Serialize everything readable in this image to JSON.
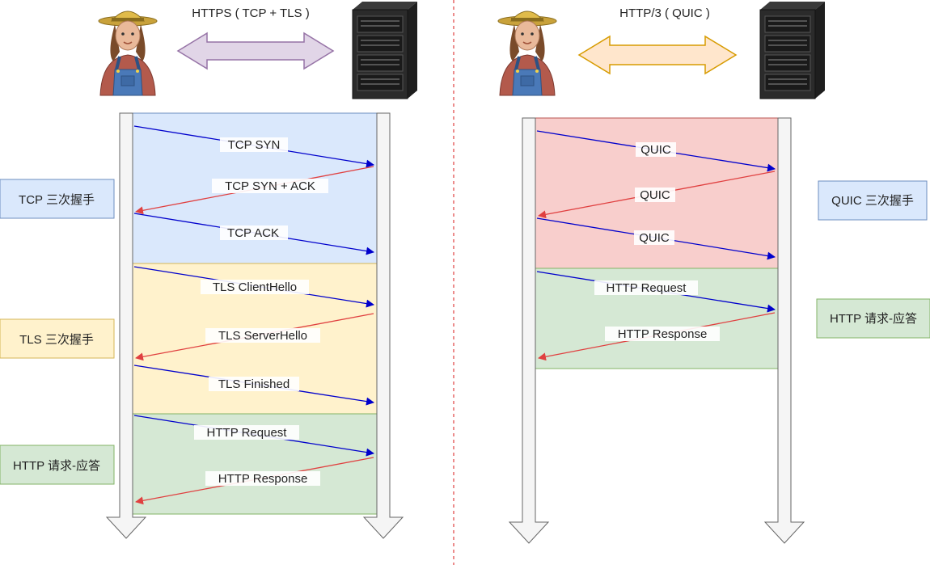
{
  "left": {
    "title": "HTTPS ( TCP + TLS )",
    "user_icon": "farmer-user-icon",
    "server_icon": "server-rack-icon",
    "phases": [
      {
        "label": "TCP 三次握手",
        "fill": "#dae8fc",
        "stroke": "#6c8ebf"
      },
      {
        "label": "TLS 三次握手",
        "fill": "#fff2cc",
        "stroke": "#d6b656"
      },
      {
        "label": "HTTP 请求-应答",
        "fill": "#d5e8d4",
        "stroke": "#82b366"
      }
    ],
    "messages": [
      "TCP SYN",
      "TCP SYN + ACK",
      "TCP ACK",
      "TLS ClientHello",
      "TLS ServerHello",
      "TLS Finished",
      "HTTP Request",
      "HTTP Response"
    ]
  },
  "right": {
    "title": "HTTP/3 ( QUIC )",
    "user_icon": "farmer-user-icon",
    "server_icon": "server-rack-icon",
    "phases": [
      {
        "label": "QUIC 三次握手",
        "fill": "#f8cecc",
        "stroke": "#b85450"
      },
      {
        "label": "HTTP 请求-应答",
        "fill": "#d5e8d4",
        "stroke": "#82b366"
      }
    ],
    "messages": [
      "QUIC",
      "QUIC",
      "QUIC",
      "HTTP Request",
      "HTTP Response"
    ]
  },
  "colors": {
    "request_arrow": "#0000cc",
    "response_arrow": "#e04040",
    "left_top_arrow": "#e1d5e7",
    "right_top_arrow": "#ffe6cc",
    "divider": "#e04040"
  }
}
